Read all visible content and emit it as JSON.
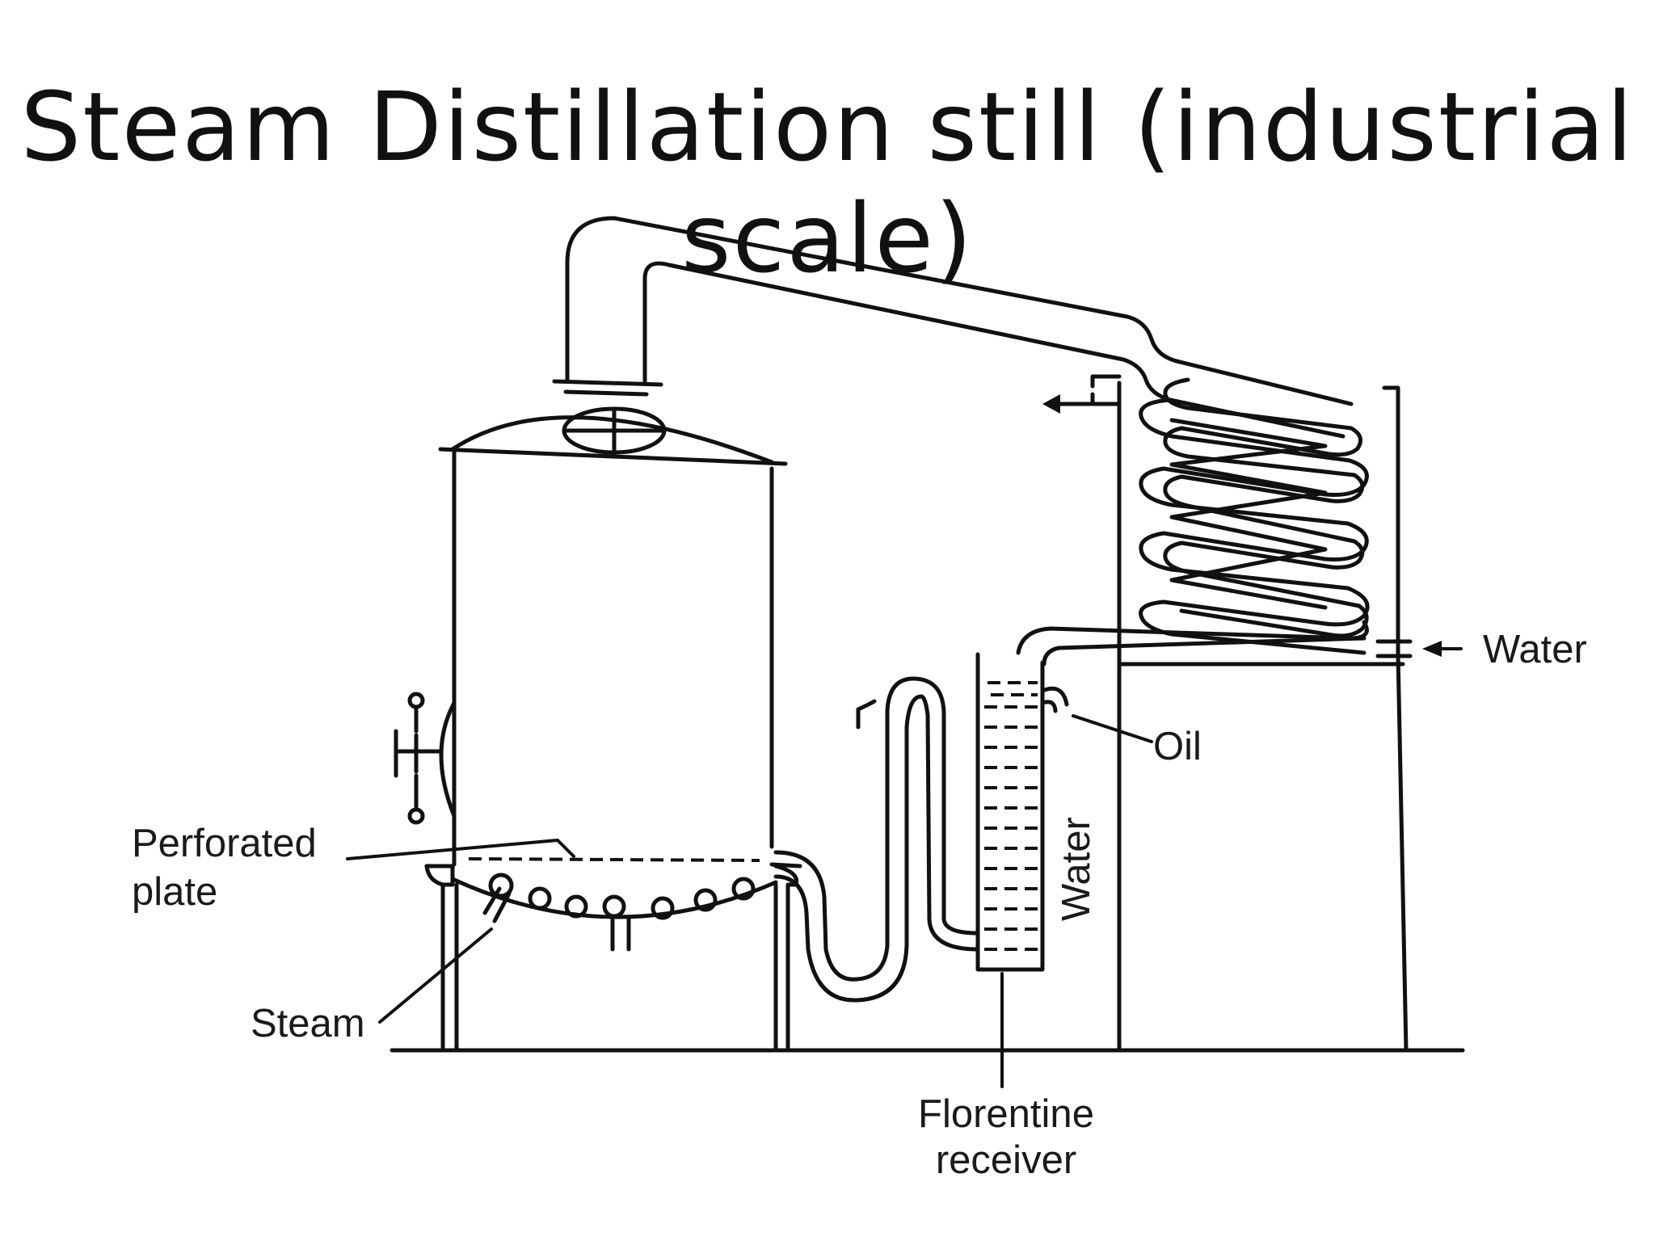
{
  "title": "Steam Distillation still (industrial scale)",
  "labels": {
    "perforated_plate_line1": "Perforated",
    "perforated_plate_line2": "plate",
    "steam": "Steam",
    "oil": "Oil",
    "water_inlet": "Water",
    "water_receiver": "Water",
    "florentine_line1": "Florentine",
    "florentine_line2": "receiver"
  },
  "colors": {
    "ink": "#111111",
    "background": "#ffffff"
  }
}
